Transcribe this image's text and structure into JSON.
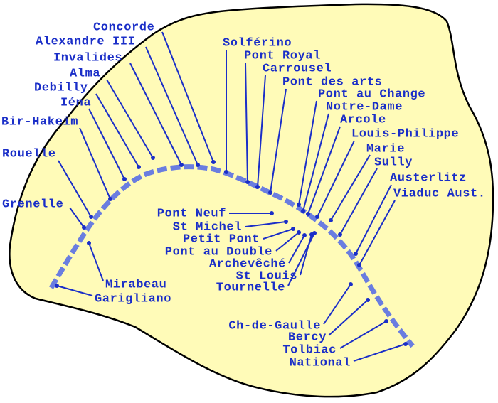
{
  "colors": {
    "land": "#fffbb8",
    "text": "#1a2ec8",
    "river": "#6a7de0",
    "outline": "#000000"
  },
  "bridges": {
    "concorde": "Concorde",
    "alexandre": "Alexandre III",
    "invalides": "Invalides",
    "alma": "Alma",
    "debilly": "Debilly",
    "iena": "Iéna",
    "bir_hakeim": "Bir-Hakeim",
    "rouelle": "Rouelle",
    "grenelle": "Grenelle",
    "mirabeau": "Mirabeau",
    "garigliano": "Garigliano",
    "solferino": "Solférino",
    "pont_royal": "Pont Royal",
    "carrousel": "Carrousel",
    "pont_des_arts": "Pont des arts",
    "pont_au_change": "Pont au Change",
    "notre_dame": "Notre-Dame",
    "arcole": "Arcole",
    "louis_philippe": "Louis-Philippe",
    "marie": "Marie",
    "sully": "Sully",
    "austerlitz": "Austerlitz",
    "viaduc_aust": "Viaduc Aust.",
    "pont_neuf": "Pont Neuf",
    "st_michel": "St Michel",
    "petit_pont": "Petit Pont",
    "pont_au_double": "Pont au Double",
    "archeveche": "Archevêché",
    "st_louis": "St Louis",
    "tournelle": "Tournelle",
    "ch_de_gaulle": "Ch-de-Gaulle",
    "bercy": "Bercy",
    "tolbiac": "Tolbiac",
    "national": "National"
  }
}
